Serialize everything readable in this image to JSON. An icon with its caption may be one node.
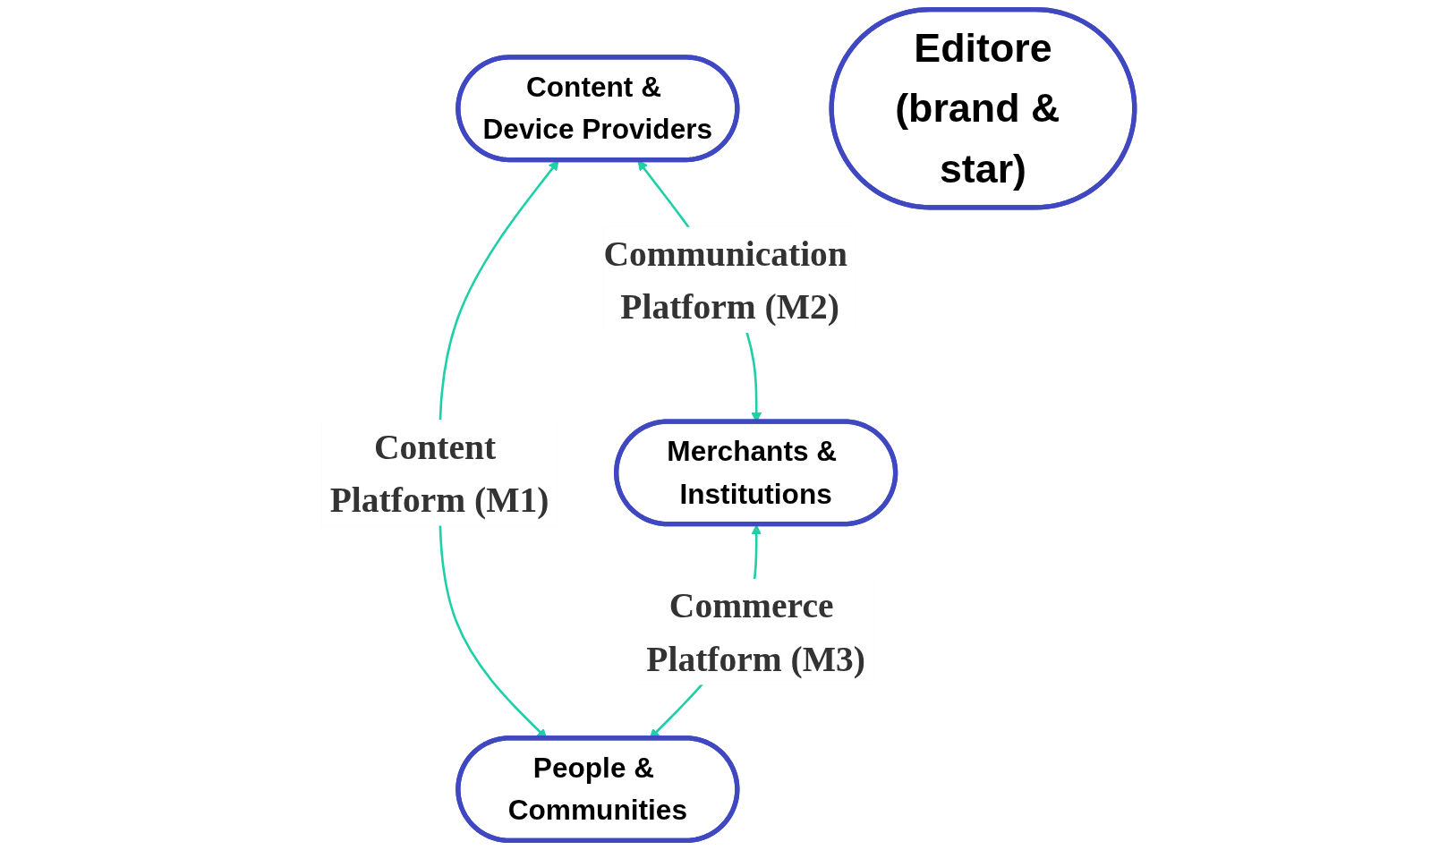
{
  "diagram": {
    "nodes": [
      {
        "text": [
          "Content & Device Providers"
        ]
      },
      {
        "text": [
          "Editore",
          "(brand & star)"
        ]
      },
      {
        "text": [
          "Merchants & Institutions"
        ]
      },
      {
        "text": [
          "People & Communities"
        ]
      }
    ],
    "edges": [
      {
        "from": 0,
        "to": 2,
        "arrow": "both",
        "label": "Communication Platform (M2)"
      },
      {
        "from": 0,
        "to": 3,
        "arrow": "both",
        "label": "Content Platform (M1)"
      },
      {
        "from": 2,
        "to": 3,
        "arrow": "both",
        "label": "Commerce Platform (M3)"
      }
    ]
  }
}
